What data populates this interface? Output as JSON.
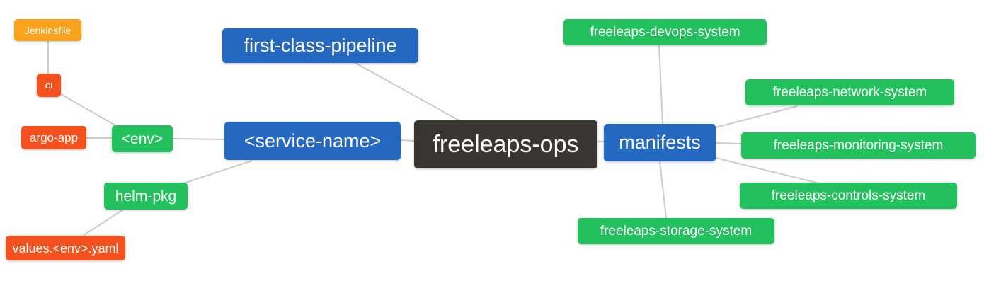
{
  "diagram": {
    "type": "mindmap",
    "root_label": "freeleaps-ops",
    "palette": {
      "blue": "#2468C2",
      "green": "#22C15E",
      "orange": "#F9A21B",
      "red": "#F4511E",
      "dark": "#3A3733",
      "edge": "#cccccc",
      "text": "#ffffff",
      "background": "#ffffff"
    }
  },
  "nodes": {
    "jenkinsfile": {
      "label": "Jenkinsfile",
      "color": "orange"
    },
    "ci": {
      "label": "ci",
      "color": "red"
    },
    "argo_app": {
      "label": "argo-app",
      "color": "red"
    },
    "env": {
      "label": "<env>",
      "color": "green"
    },
    "helm_pkg": {
      "label": "helm-pkg",
      "color": "green"
    },
    "values_env_yaml": {
      "label": "values.<env>.yaml",
      "color": "red"
    },
    "first_class_pipeline": {
      "label": "first-class-pipeline",
      "color": "blue"
    },
    "service_name": {
      "label": "<service-name>",
      "color": "blue"
    },
    "freeleaps_ops": {
      "label": "freeleaps-ops",
      "color": "dark"
    },
    "manifests": {
      "label": "manifests",
      "color": "blue"
    },
    "devops_system": {
      "label": "freeleaps-devops-system",
      "color": "green"
    },
    "network_system": {
      "label": "freeleaps-network-system",
      "color": "green"
    },
    "monitoring_system": {
      "label": "freeleaps-monitoring-system",
      "color": "green"
    },
    "controls_system": {
      "label": "freeleaps-controls-system",
      "color": "green"
    },
    "storage_system": {
      "label": "freeleaps-storage-system",
      "color": "green"
    }
  },
  "edges": [
    [
      "jenkinsfile",
      "ci"
    ],
    [
      "ci",
      "env"
    ],
    [
      "argo_app",
      "env"
    ],
    [
      "env",
      "service_name"
    ],
    [
      "helm_pkg",
      "service_name"
    ],
    [
      "values_env_yaml",
      "helm_pkg"
    ],
    [
      "service_name",
      "freeleaps_ops"
    ],
    [
      "first_class_pipeline",
      "freeleaps_ops"
    ],
    [
      "freeleaps_ops",
      "manifests"
    ],
    [
      "manifests",
      "devops_system"
    ],
    [
      "manifests",
      "network_system"
    ],
    [
      "manifests",
      "monitoring_system"
    ],
    [
      "manifests",
      "controls_system"
    ],
    [
      "manifests",
      "storage_system"
    ]
  ]
}
